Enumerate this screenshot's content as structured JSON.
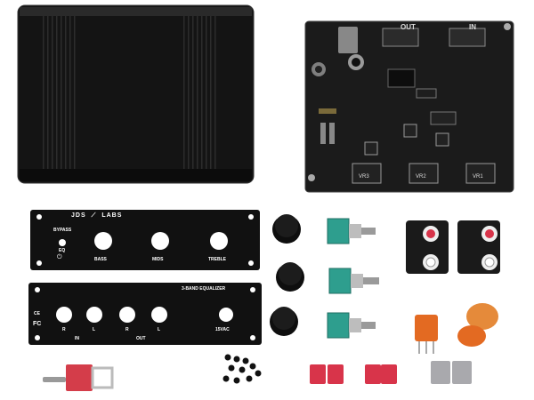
{
  "pcb": {
    "out_label": "OUT",
    "in_label": "IN",
    "pot_labels": [
      "VR3",
      "VR2",
      "VR1"
    ]
  },
  "front_panel": {
    "brand_left": "JDS",
    "brand_right": "LABS",
    "bypass_label": "BYPASS",
    "eq_label": "EQ",
    "knob_labels": [
      "BASS",
      "MIDS",
      "TREBLE"
    ]
  },
  "rear_panel": {
    "title": "3-BAND EQUALIZER",
    "jack_labels": [
      "R",
      "L",
      "R",
      "L"
    ],
    "in_label": "IN",
    "out_label": "OUT",
    "power_label": "15VAC",
    "ce_mark": "CE",
    "fcc_mark": "FC"
  },
  "colors": {
    "enclosure": "#151515",
    "panel": "#111111",
    "pcb": "#1a1a1a",
    "pot_green": "#2e9e8e",
    "capacitor_red": "#d8344a",
    "capacitor_orange": "#e36a22",
    "capacitor_grey": "#a9a9ad"
  }
}
